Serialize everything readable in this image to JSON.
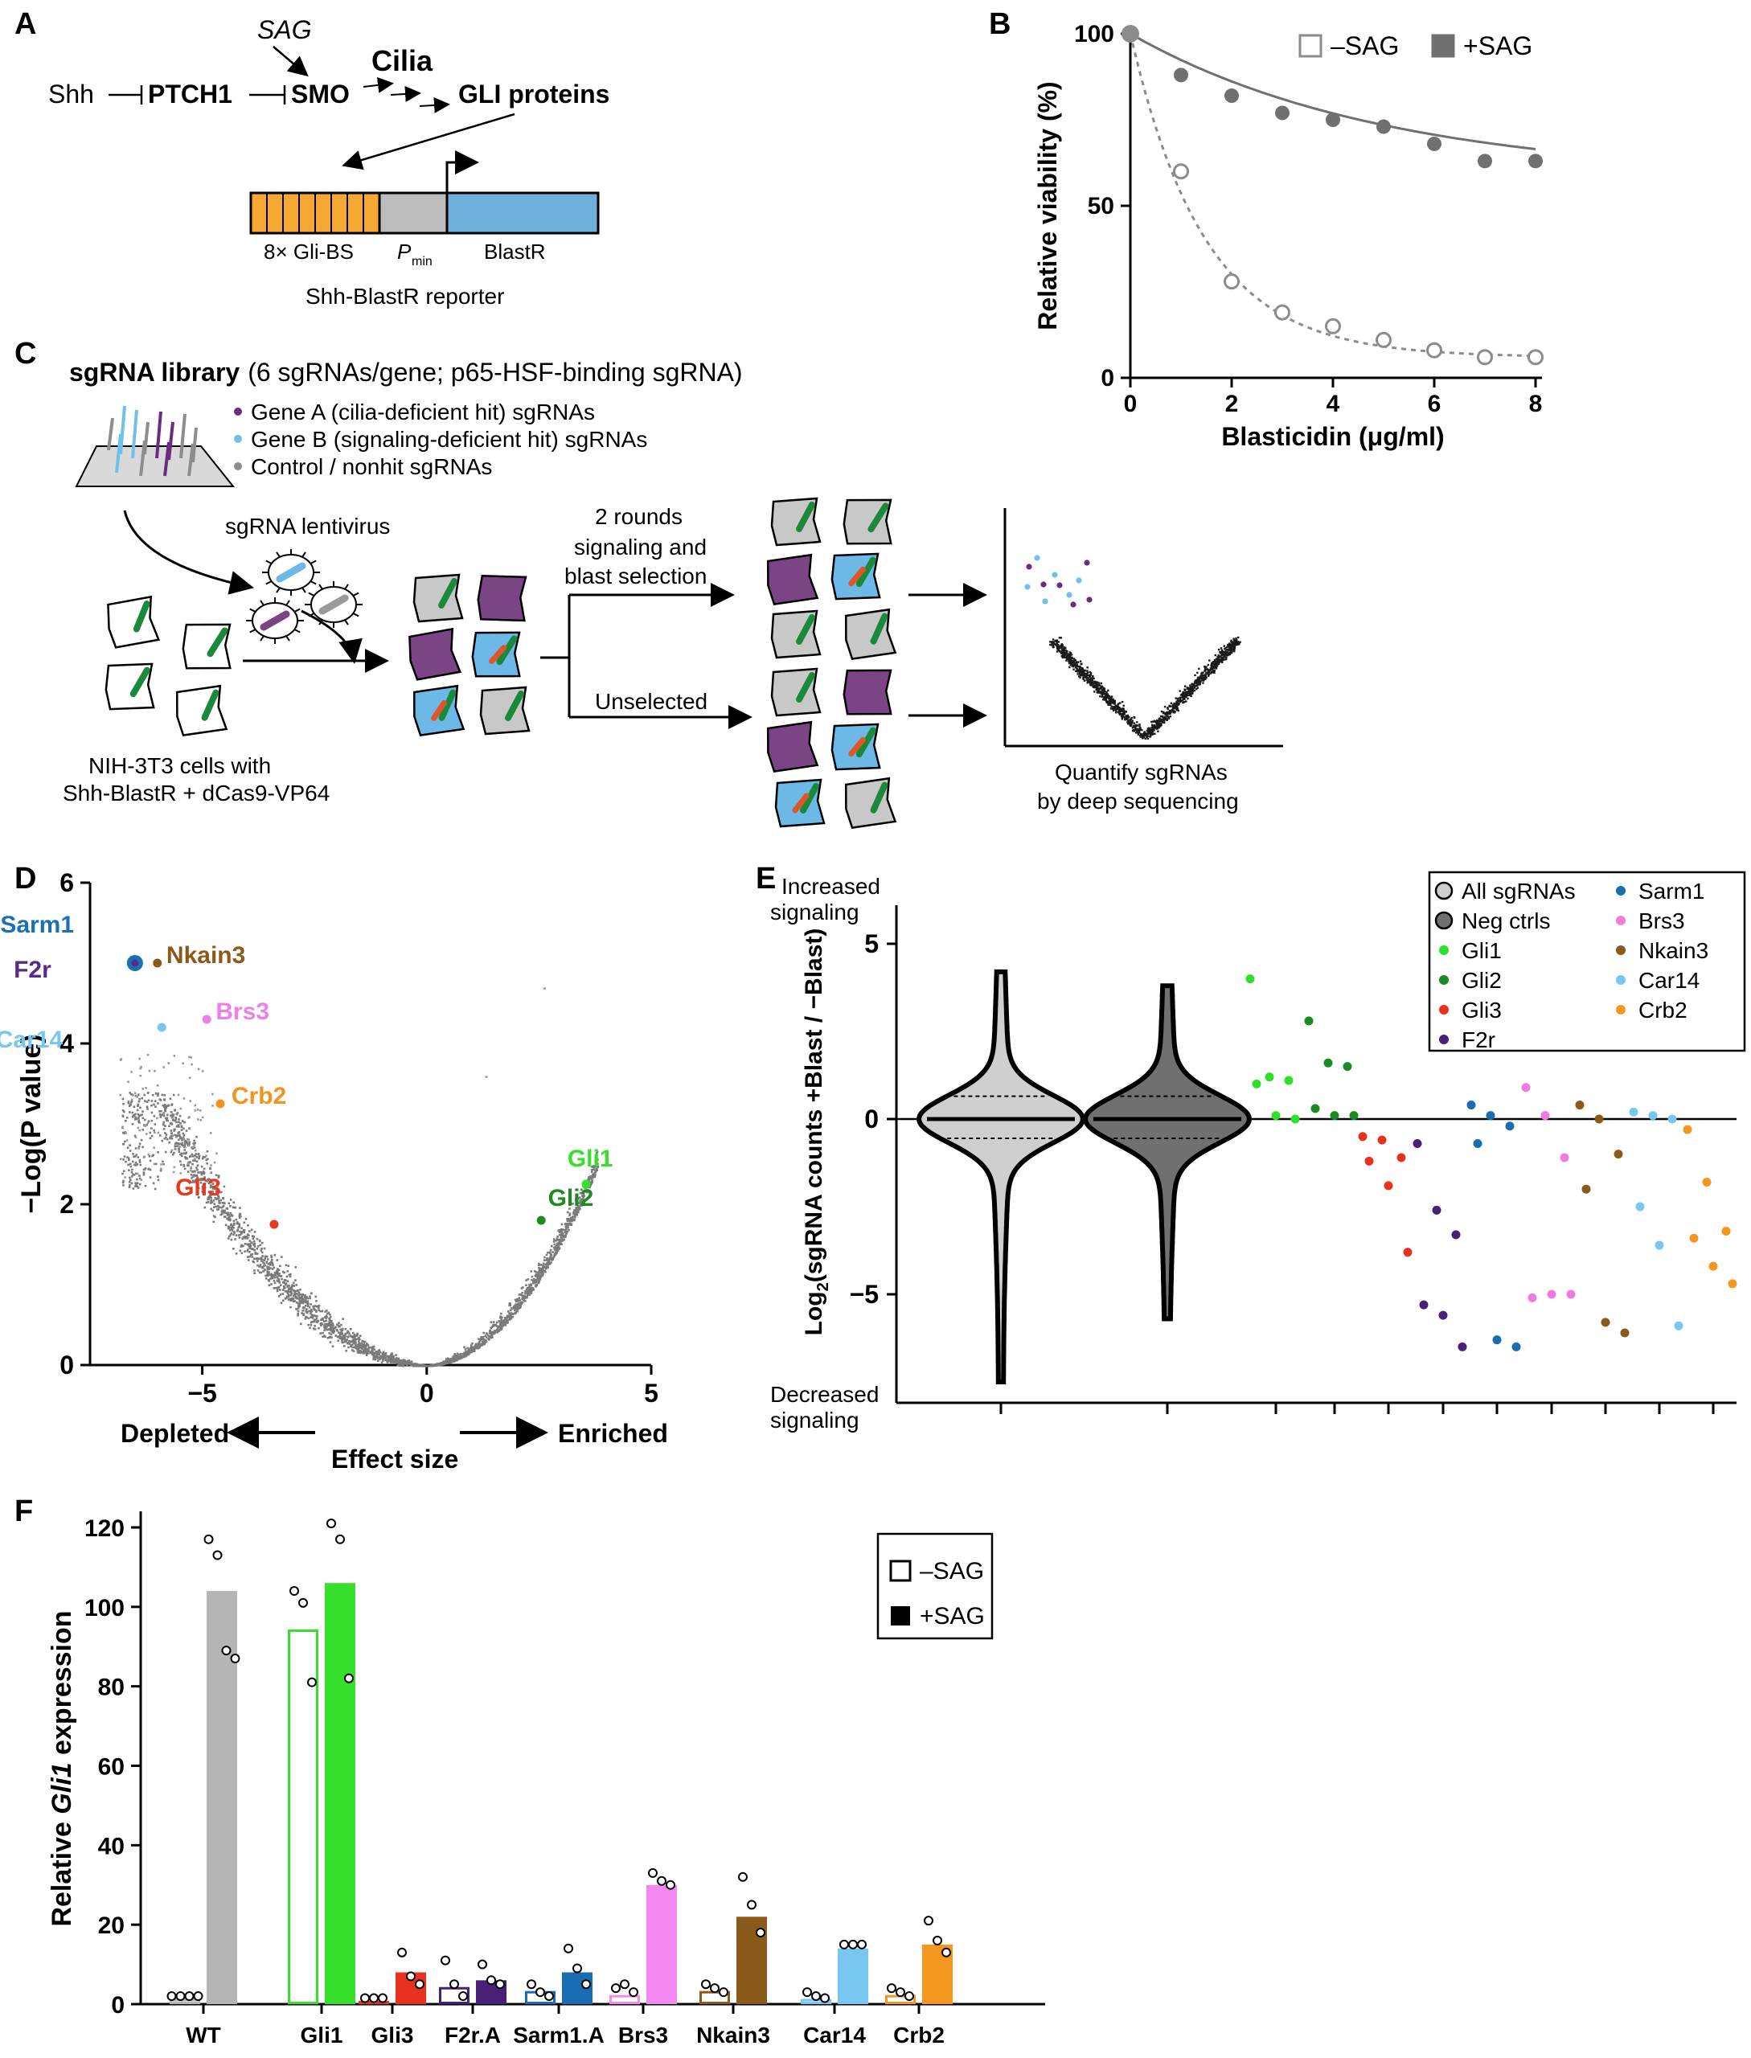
{
  "panels": {
    "a": {
      "letter": "A",
      "pathway": {
        "shh": "Shh",
        "ptch1": "PTCH1",
        "smo": "SMO",
        "sag": "SAG",
        "cilia": "Cilia",
        "gli": "GLI proteins"
      },
      "reporter": {
        "gli_bs": "8× Gli-BS",
        "pmin_p": "P",
        "pmin_sub": "min",
        "blastr": "BlastR",
        "title": "Shh-BlastR reporter"
      },
      "colors": {
        "gli_bs": "#f7a832",
        "pmin": "#bdbdbd",
        "blastr": "#6fb1dc"
      }
    },
    "b": {
      "letter": "B",
      "legend": {
        "minus": "–SAG",
        "plus": "+SAG"
      },
      "chart_data": {
        "type": "scatter",
        "xlabel": "Blasticidin (μg/ml)",
        "ylabel": "Relative viability (%)",
        "xlim": [
          0,
          8
        ],
        "ylim": [
          0,
          100
        ],
        "xticks": [
          0,
          2,
          4,
          6,
          8
        ],
        "yticks": [
          0,
          50,
          100
        ],
        "series": [
          {
            "name": "–SAG",
            "marker": "open-circle",
            "line": "dashed",
            "x": [
              0,
              1,
              2,
              3,
              4,
              5,
              6,
              7,
              8
            ],
            "y": [
              100,
              60,
              28,
              19,
              15,
              11,
              8,
              6,
              6
            ]
          },
          {
            "name": "+SAG",
            "marker": "filled-circle",
            "line": "solid",
            "x": [
              0,
              1,
              2,
              3,
              4,
              5,
              6,
              7,
              8
            ],
            "y": [
              100,
              88,
              82,
              77,
              75,
              73,
              68,
              63,
              63
            ]
          }
        ]
      }
    },
    "c": {
      "letter": "C",
      "title_bold": "sgRNA library",
      "title_rest": "(6 sgRNAs/gene; p65-HSF-binding sgRNA)",
      "legend": [
        {
          "label": "Gene A (cilia-deficient hit) sgRNAs",
          "color": "#6a2c80"
        },
        {
          "label": "Gene B (signaling-deficient hit) sgRNAs",
          "color": "#6fc0ea"
        },
        {
          "label": "Control / nonhit sgRNAs",
          "color": "#8d8d8d"
        }
      ],
      "lentivirus": "sgRNA lentivirus",
      "cells_line1": "NIH-3T3 cells with",
      "cells_line2": "Shh-BlastR + dCas9-VP64",
      "selected_line1": "2 rounds",
      "selected_line2": "signaling and",
      "selected_line3": "blast selection",
      "unselected": "Unselected",
      "quantify_line1": "Quantify sgRNAs",
      "quantify_line2": "by deep sequencing",
      "colors": {
        "control": "#c8c8c8",
        "gene_a": "#7b4585",
        "gene_b": "#6cb8e6",
        "sgrna_mark": "#1a8a3a",
        "edit_mark": "#e0562b"
      }
    },
    "d": {
      "letter": "D",
      "depleted": "Depleted",
      "enriched": "Enriched",
      "effect": "Effect size",
      "chart_data": {
        "type": "scatter",
        "xlabel": "Effect size",
        "ylabel": "−Log(P value)",
        "xlim": [
          -7.5,
          5
        ],
        "ylim": [
          0,
          6
        ],
        "xticks": [
          -5,
          0,
          5
        ],
        "yticks": [
          0,
          2,
          4,
          6
        ],
        "highlighted": [
          {
            "name": "Sarm1",
            "x": -6.5,
            "y": 5.0,
            "color": "#1a6fb5"
          },
          {
            "name": "F2r",
            "x": -6.5,
            "y": 5.0,
            "color": "#5a2a8a"
          },
          {
            "name": "Nkain3",
            "x": -6.0,
            "y": 5.0,
            "color": "#8b5a1b"
          },
          {
            "name": "Brs3",
            "x": -4.9,
            "y": 4.3,
            "color": "#ee7ee8"
          },
          {
            "name": "Car14",
            "x": -5.9,
            "y": 4.2,
            "color": "#77c7f0"
          },
          {
            "name": "Crb2",
            "x": -4.6,
            "y": 3.25,
            "color": "#f29322"
          },
          {
            "name": "Gli3",
            "x": -3.4,
            "y": 1.75,
            "color": "#e53a1e"
          },
          {
            "name": "Gli1",
            "x": 3.55,
            "y": 2.25,
            "color": "#36e02a"
          },
          {
            "name": "Gli2",
            "x": 2.55,
            "y": 1.8,
            "color": "#1f8a22"
          }
        ]
      }
    },
    "e": {
      "letter": "E",
      "increased_line1": "Increased",
      "increased_line2": "signaling",
      "decreased_line1": "Decreased",
      "decreased_line2": "signaling",
      "ylabel_main": "Log",
      "ylabel_sub": "2",
      "ylabel_rest": "(sgRNA counts +Blast / −Blast)",
      "chart_data": {
        "type": "scatter",
        "ylim": [
          -8,
          6
        ],
        "yticks": [
          5,
          0,
          -5
        ],
        "violins": [
          {
            "name": "All sgRNAs",
            "color": "#cfcfcf",
            "min": -7.5,
            "max": 4.2
          },
          {
            "name": "Neg ctrls",
            "color": "#707070",
            "min": -5.7,
            "max": 3.8
          }
        ],
        "series": [
          {
            "name": "Gli1",
            "color": "#2fe02a",
            "values": [
              4.0,
              1.2,
              1.1,
              1.0,
              0.1,
              0.0
            ]
          },
          {
            "name": "Gli2",
            "color": "#1a8a22",
            "values": [
              2.8,
              1.6,
              1.5,
              0.3,
              0.1,
              0.1
            ]
          },
          {
            "name": "Gli3",
            "color": "#e8321e",
            "values": [
              -0.5,
              -0.6,
              -1.1,
              -1.2,
              -1.9,
              -3.8
            ]
          },
          {
            "name": "F2r",
            "color": "#4a1f78",
            "values": [
              -0.7,
              -2.6,
              -3.3,
              -5.3,
              -5.6,
              -6.5
            ]
          },
          {
            "name": "Sarm1",
            "color": "#1a6db3",
            "values": [
              0.4,
              0.1,
              -0.2,
              -0.7,
              -6.3,
              -6.5
            ]
          },
          {
            "name": "Brs3",
            "color": "#f07be0",
            "values": [
              0.9,
              0.1,
              -1.1,
              -5.1,
              -5.0,
              -5.0
            ]
          },
          {
            "name": "Nkain3",
            "color": "#8b5a1b",
            "values": [
              0.4,
              0.0,
              -1.0,
              -2.0,
              -5.8,
              -6.1
            ]
          },
          {
            "name": "Car14",
            "color": "#77c7f0",
            "values": [
              0.2,
              0.1,
              0.0,
              -2.5,
              -3.6,
              -5.9
            ]
          },
          {
            "name": "Crb2",
            "color": "#f5961e",
            "values": [
              -0.3,
              -1.8,
              -3.2,
              -3.4,
              -4.2,
              -4.7
            ]
          }
        ]
      }
    },
    "f": {
      "letter": "F",
      "legend": {
        "minus": "–SAG",
        "plus": "+SAG"
      },
      "ylabel_pre": "Relative ",
      "ylabel_italic": "Gli1",
      "ylabel_post": " expression",
      "chart_data": {
        "type": "bar",
        "ylabel": "Relative Gli1 expression",
        "ylim": [
          0,
          120
        ],
        "yticks": [
          0,
          20,
          40,
          60,
          80,
          100,
          120
        ],
        "categories": [
          "WT",
          "Gli1",
          "Gli3",
          "F2r.A",
          "Sarm1.A",
          "Brs3",
          "Nkain3",
          "Car14",
          "Crb2"
        ],
        "colors": [
          "#b5b5b5",
          "#36e02a",
          "#e8321e",
          "#4a1f78",
          "#1a6db3",
          "#f587f0",
          "#8b5a1b",
          "#77c7f0",
          "#f5961e"
        ],
        "series": [
          {
            "name": "–SAG",
            "values": [
              1,
              94,
              0.5,
              4,
              3,
              2,
              3,
              1,
              2
            ],
            "points": [
              [
                1,
                1,
                1,
                1
              ],
              [
                103,
                100,
                80
              ],
              [
                0.5,
                0.5,
                0.5
              ],
              [
                10,
                4,
                1
              ],
              [
                4,
                2,
                1
              ],
              [
                3,
                4,
                2
              ],
              [
                4,
                3,
                2
              ],
              [
                2,
                1,
                0.5
              ],
              [
                3,
                2,
                1
              ]
            ]
          },
          {
            "name": "+SAG",
            "values": [
              104,
              106,
              8,
              6,
              8,
              30,
              22,
              14,
              15
            ],
            "points": [
              [
                116,
                112,
                88,
                86
              ],
              [
                120,
                116,
                81
              ],
              [
                12,
                6,
                4
              ],
              [
                9,
                5,
                4
              ],
              [
                13,
                8,
                4
              ],
              [
                32,
                30,
                29
              ],
              [
                31,
                24,
                17
              ],
              [
                14,
                14,
                14
              ],
              [
                20,
                15,
                12
              ]
            ]
          }
        ]
      }
    }
  }
}
